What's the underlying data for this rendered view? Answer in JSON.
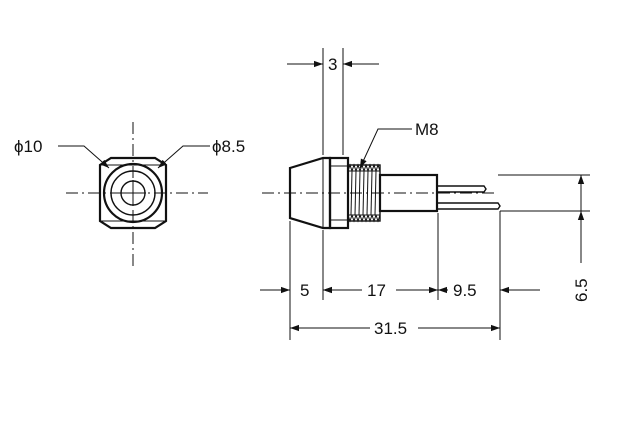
{
  "front_view": {
    "outer_diameter_label": "ϕ10",
    "inner_diameter_label": "ϕ8.5"
  },
  "side_view": {
    "thread_label": "M8",
    "dim_nut_thickness": "3",
    "dim_bezel_length": "5",
    "dim_body_length": "17",
    "dim_terminal_length": "9.5",
    "dim_total_length": "31.5",
    "dim_height": "6.5"
  }
}
